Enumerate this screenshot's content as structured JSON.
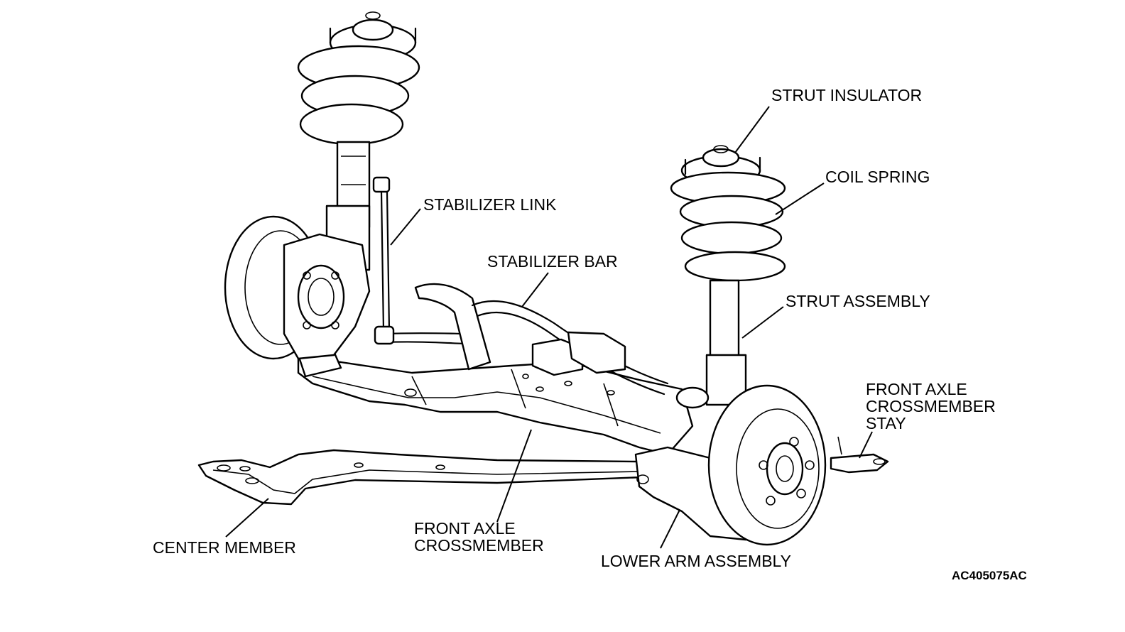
{
  "labels": {
    "strut_insulator": "STRUT INSULATOR",
    "coil_spring": "COIL SPRING",
    "stabilizer_link": "STABILIZER LINK",
    "stabilizer_bar": "STABILIZER BAR",
    "strut_assembly": "STRUT ASSEMBLY",
    "front_axle_crossmember_stay_1": "FRONT AXLE",
    "front_axle_crossmember_stay_2": "CROSSMEMBER",
    "front_axle_crossmember_stay_3": "STAY",
    "center_member": "CENTER MEMBER",
    "front_axle_crossmember_1": "FRONT AXLE",
    "front_axle_crossmember_2": "CROSSMEMBER",
    "lower_arm_assembly": "LOWER ARM ASSEMBLY"
  },
  "figure_code": "AC405075AC"
}
